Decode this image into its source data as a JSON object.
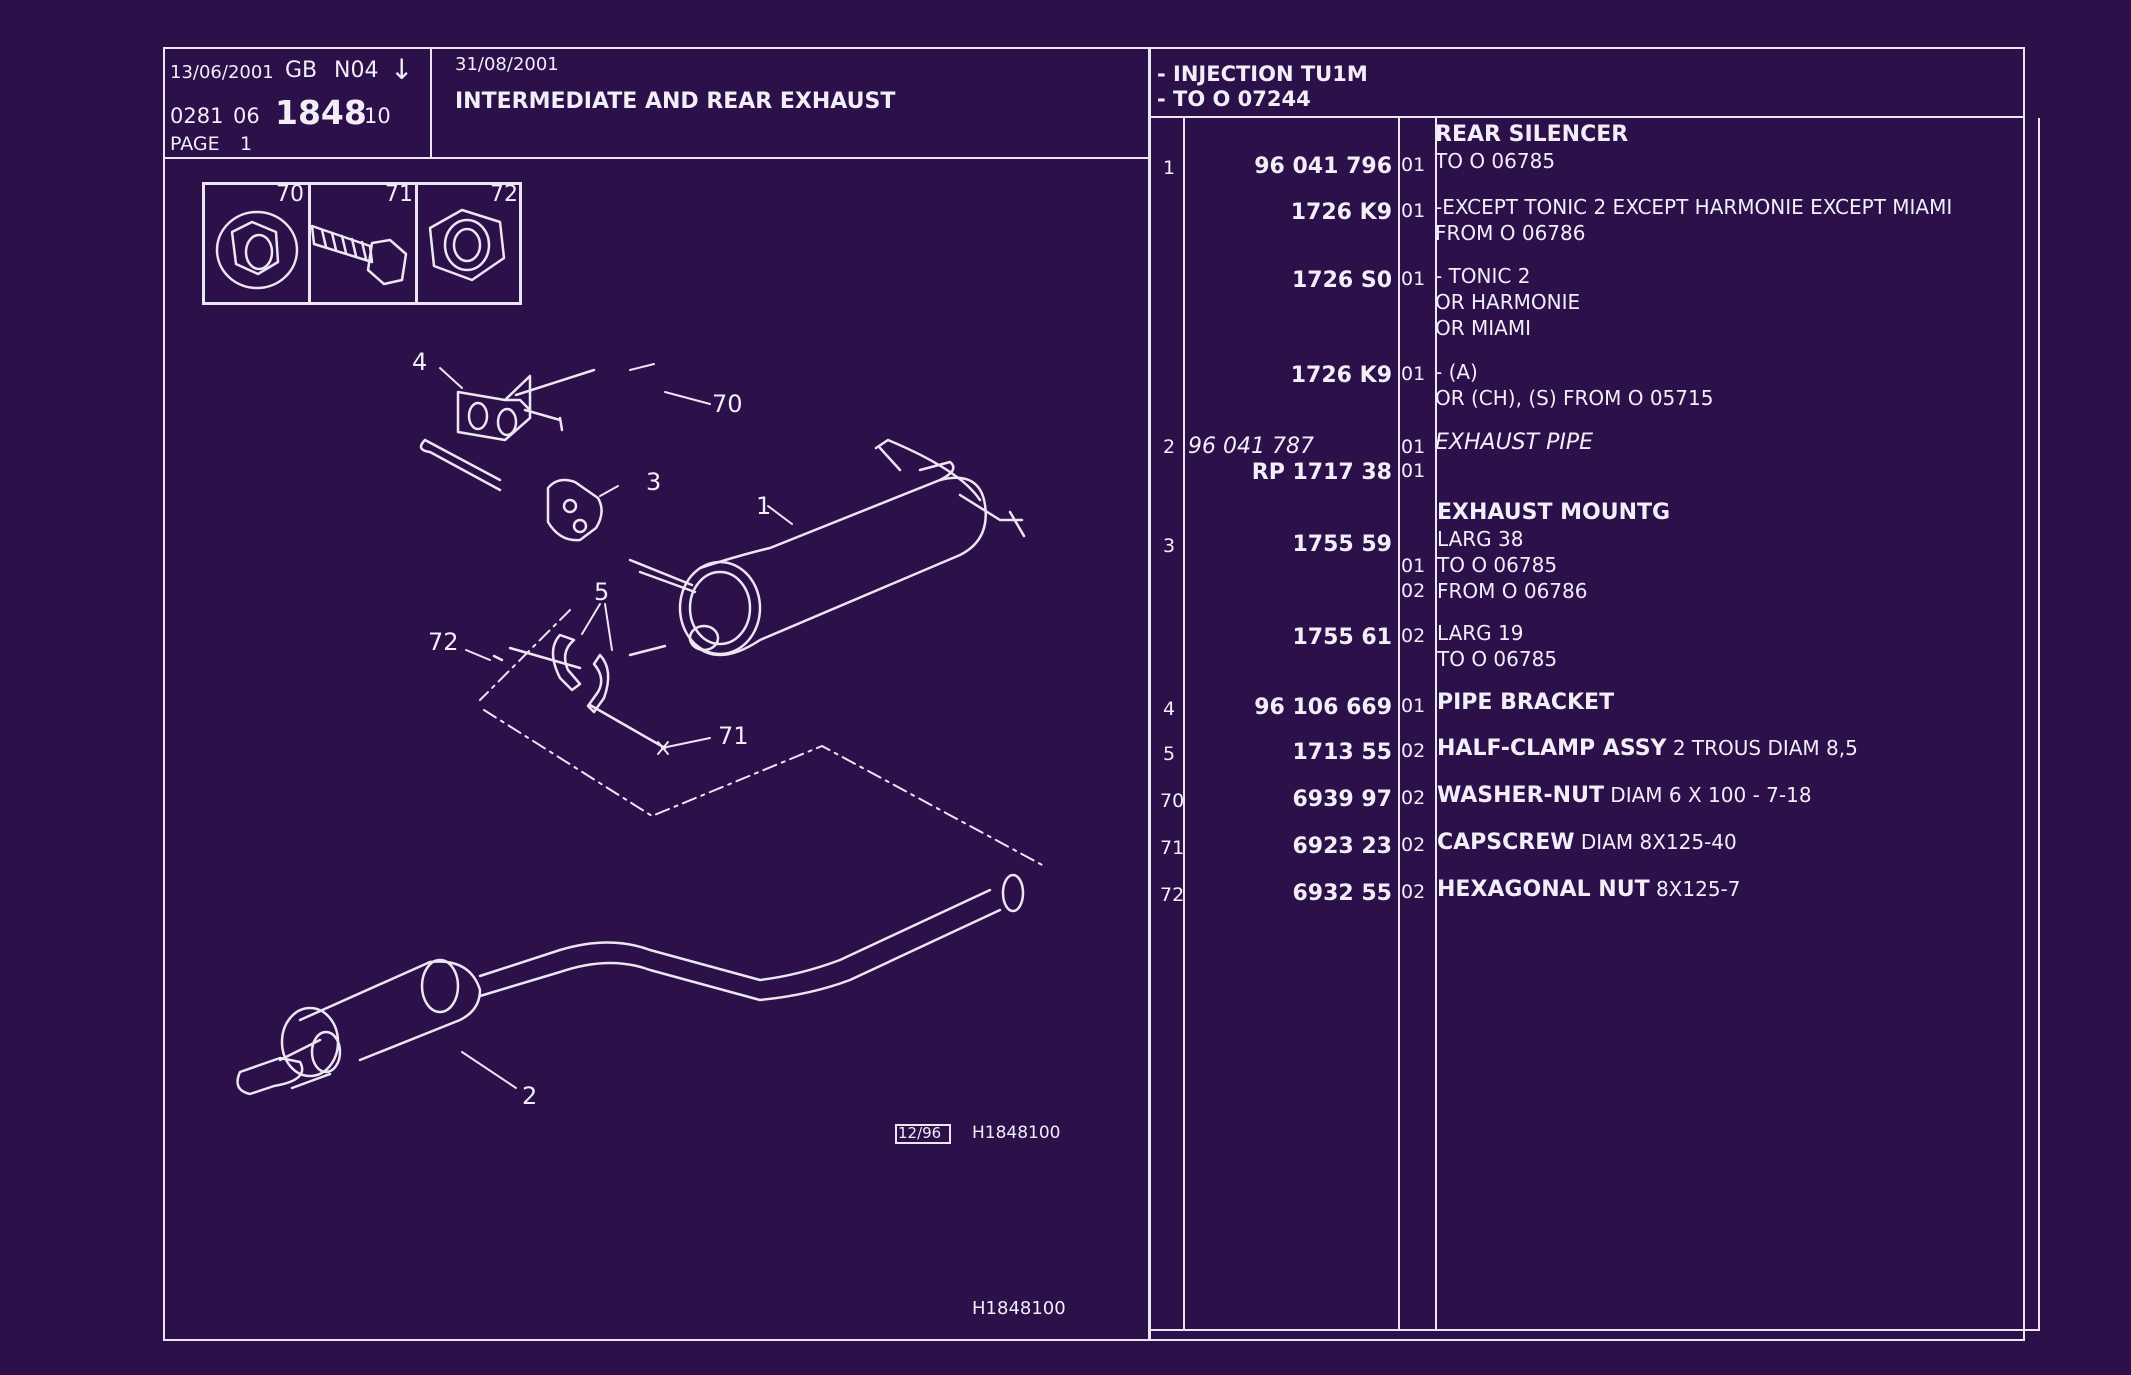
{
  "header": {
    "date1": "13/06/2001",
    "lang_code": "GB",
    "edition": "N04",
    "arrow": "↓",
    "catalogue": "0281",
    "group": "06",
    "sub_group": "1848",
    "sheet": "10",
    "page_label": "PAGE",
    "page_number": "1",
    "date2": "31/08/2001",
    "title": "INTERMEDIATE AND REAR EXHAUST",
    "app_line1": "- INJECTION TU1M",
    "app_line2": "- TO  O   07244"
  },
  "hardware_boxes": [
    "70",
    "71",
    "72"
  ],
  "diagram": {
    "callouts": [
      "4",
      "70",
      "3",
      "1",
      "5",
      "72",
      "71",
      "2"
    ],
    "stamp": "12/96",
    "drawing_ref": "H1848100",
    "footer_ref": "H1848100"
  },
  "parts": [
    {
      "ref": "1",
      "number": "96 041 796",
      "qty": "01",
      "lines": [
        {
          "t": "REAR SILENCER",
          "bold": true
        },
        {
          "t": "TO  O  06785"
        }
      ]
    },
    {
      "ref": "",
      "number": "1726 K9",
      "qty": "01",
      "lines": [
        {
          "t": "-EXCEPT  TONIC 2 EXCEPT  HARMONIE EXCEPT  MIAMI"
        },
        {
          "t": "FROM  O  06786"
        }
      ]
    },
    {
      "ref": "",
      "number": "1726 S0",
      "qty": "01",
      "lines": [
        {
          "t": "-     TONIC 2"
        },
        {
          "t": "OR HARMONIE"
        },
        {
          "t": "OR MIAMI"
        }
      ]
    },
    {
      "ref": "",
      "number": "1726 K9",
      "qty": "01",
      "lines": [
        {
          "t": "-     (A)"
        },
        {
          "t": "OR (CH), (S) FROM  O  05715"
        }
      ]
    },
    {
      "ref": "2",
      "number": "96 041 787",
      "number2": "RP  1717 38",
      "qty": "01",
      "qty2": "01",
      "lines": [
        {
          "t": "EXHAUST PIPE",
          "italic": true
        }
      ]
    },
    {
      "ref": "3",
      "number": "1755 59",
      "qty": "",
      "lines": [
        {
          "t": "EXHAUST MOUNTG",
          "bold": true
        },
        {
          "t": "LARG 38"
        },
        {
          "t": "TO  O  06785",
          "qty": "01"
        },
        {
          "t": "FROM  O  06786",
          "qty": "02"
        }
      ]
    },
    {
      "ref": "",
      "number": "1755 61",
      "qty": "02",
      "lines": [
        {
          "t": "LARG 19"
        },
        {
          "t": "TO  O  06785"
        }
      ]
    },
    {
      "ref": "4",
      "number": "96 106 669",
      "qty": "01",
      "lines": [
        {
          "t": "PIPE BRACKET",
          "bold": true
        }
      ]
    },
    {
      "ref": "5",
      "number": "1713 55",
      "qty": "02",
      "lines": [
        {
          "t": "HALF-CLAMP ASSY",
          "bold": true,
          "suffix": " 2 TROUS DIAM 8,5"
        }
      ]
    },
    {
      "ref": "70",
      "number": "6939 97",
      "qty": "02",
      "lines": [
        {
          "t": "WASHER-NUT",
          "bold": true,
          "suffix": " DIAM 6 X 100 - 7-18"
        }
      ]
    },
    {
      "ref": "71",
      "number": "6923 23",
      "qty": "02",
      "lines": [
        {
          "t": "CAPSCREW",
          "bold": true,
          "suffix": " DIAM 8X125-40"
        }
      ]
    },
    {
      "ref": "72",
      "number": "6932 55",
      "qty": "02",
      "lines": [
        {
          "t": "HEXAGONAL NUT",
          "bold": true,
          "suffix": " 8X125-7"
        }
      ]
    }
  ],
  "colors": {
    "background": "#2b1049",
    "ink": "#f2eef8"
  }
}
